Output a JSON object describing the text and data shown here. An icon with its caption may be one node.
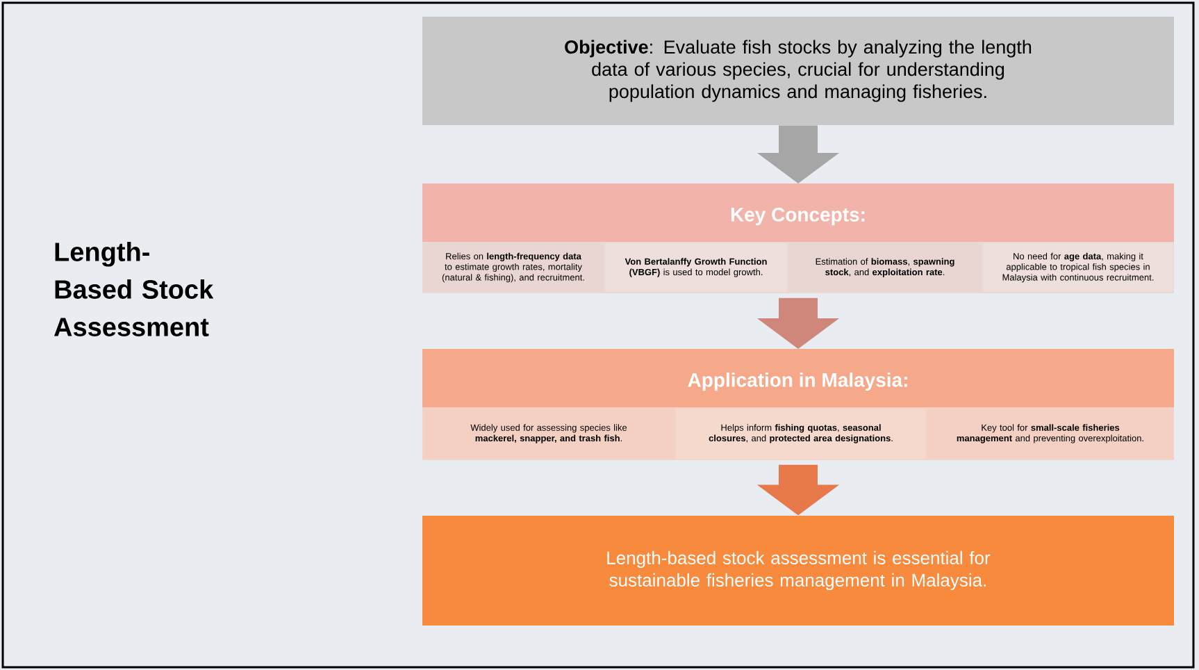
{
  "diagram": {
    "title": "Length-Based Stock Assessment",
    "nodes": [
      {
        "text": [
          "**Objective**: Evaluate fish stocks by analyzing the length data of various species, crucial for understanding population dynamics and managing fisheries."
        ]
      },
      {
        "text": [
          "Key Concepts:"
        ]
      },
      {
        "text": [
          "Relies on **length-frequency data** to estimate growth rates, mortality (natural & fishing), and recruitment."
        ],
        "in": 1
      },
      {
        "text": [
          "**Von Bertalanffy Growth Function (VBGF)** is used to model growth."
        ],
        "in": 1
      },
      {
        "text": [
          "Estimation of **biomass**, **spawning stock**, and **exploitation rate**."
        ],
        "in": 1
      },
      {
        "text": [
          "No need for **age data**, making it applicable to tropical fish species in Malaysia with continuous recruitment."
        ],
        "in": 1
      },
      {
        "text": [
          "Application in Malaysia:"
        ]
      },
      {
        "text": [
          "Widely used for assessing species like **mackerel, snapper, and trash fish**."
        ],
        "in": 6
      },
      {
        "text": [
          "Helps inform **fishing quotas**, **seasonal closures**, and **protected area designations**."
        ],
        "in": 6
      },
      {
        "text": [
          "Key tool for **small-scale fisheries management** and preventing overexploitation."
        ],
        "in": 6
      },
      {
        "text": [
          "Length-based stock assessment is essential for sustainable fisheries management in Malaysia."
        ]
      }
    ],
    "edges": [
      {
        "from": 0,
        "to": 1,
        "arrow": "to",
        "color": "#a6a6a6"
      },
      {
        "from": 1,
        "to": 6,
        "arrow": "to",
        "color": "#cf877b"
      },
      {
        "from": 6,
        "to": 10,
        "arrow": "to",
        "color": "#e6784a"
      }
    ]
  }
}
